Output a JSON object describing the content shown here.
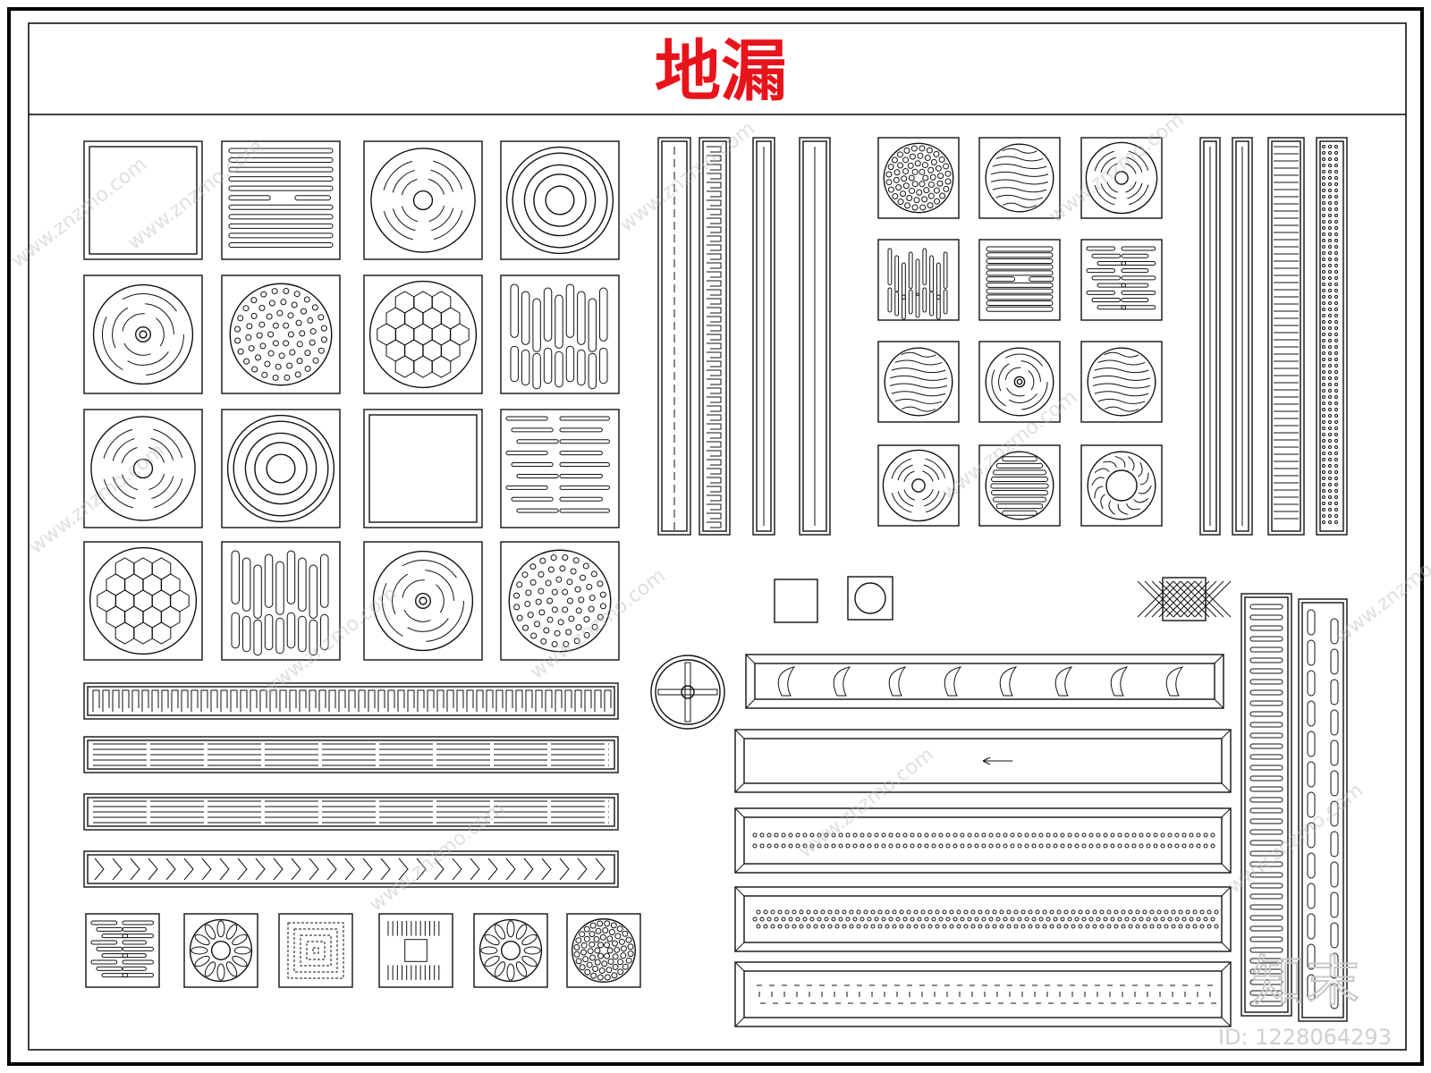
{
  "drawing": {
    "title": "地漏",
    "watermark_text": "www.znzmo.com",
    "logo_text": "知末",
    "id_label": "ID: 1228064293"
  },
  "colors": {
    "title": "#e8141b",
    "line": "#111111",
    "paper": "#ffffff",
    "watermark": "#b9b9b9"
  }
}
